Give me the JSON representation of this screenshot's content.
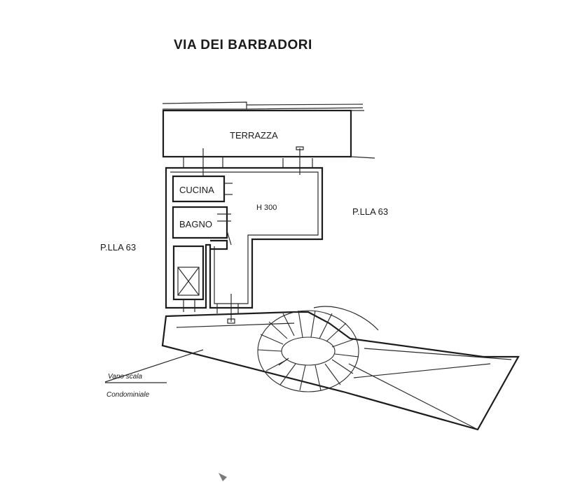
{
  "plan": {
    "street_label": "VIA DEI BARBADORI",
    "rooms": {
      "terrace": "TERRAZZA",
      "kitchen": "CUCINA",
      "bathroom": "BAGNO",
      "main_room": "H 300"
    },
    "parcels": {
      "right": "P.LLA 63",
      "left": "P.LLA 63"
    },
    "stairwell": {
      "line1": "Vano scala",
      "line2": "Condominiale"
    }
  }
}
